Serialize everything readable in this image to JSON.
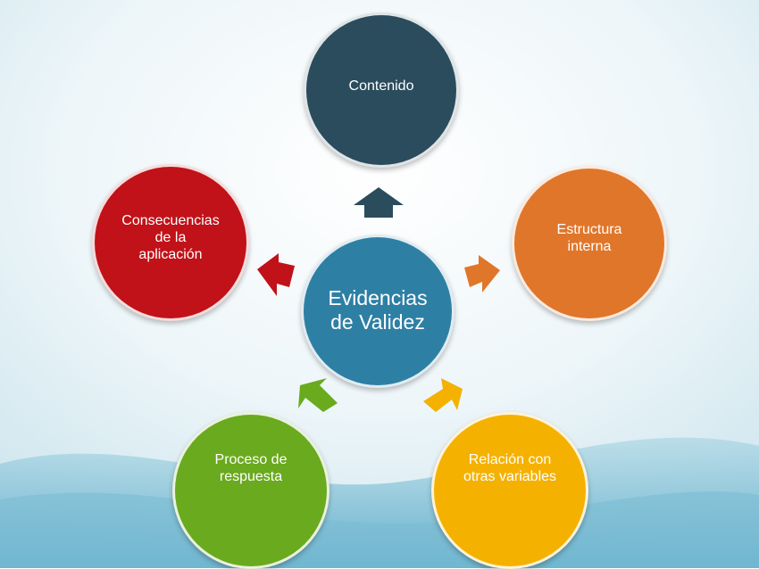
{
  "diagram": {
    "center": {
      "label": "Evidencias\nde Validez",
      "color": "#2e7fa4"
    },
    "nodes": [
      {
        "id": "contenido",
        "label": "Contenido",
        "color": "#2a4c5d"
      },
      {
        "id": "estructura",
        "label": "Estructura\ninterna",
        "color": "#e0762a"
      },
      {
        "id": "consecuencias",
        "label": "Consecuencias\nde la\naplicación",
        "color": "#c01218"
      },
      {
        "id": "proceso",
        "label": "Proceso de\nrespuesta",
        "color": "#6aaa1e"
      },
      {
        "id": "relacion",
        "label": "Relación con\notras variables",
        "color": "#f5b100"
      }
    ],
    "arrow_colors": {
      "contenido": "#2a4c5d",
      "estructura": "#e0762a",
      "consecuencias": "#c01218",
      "proceso": "#6aaa1e",
      "relacion": "#f5b100"
    }
  }
}
